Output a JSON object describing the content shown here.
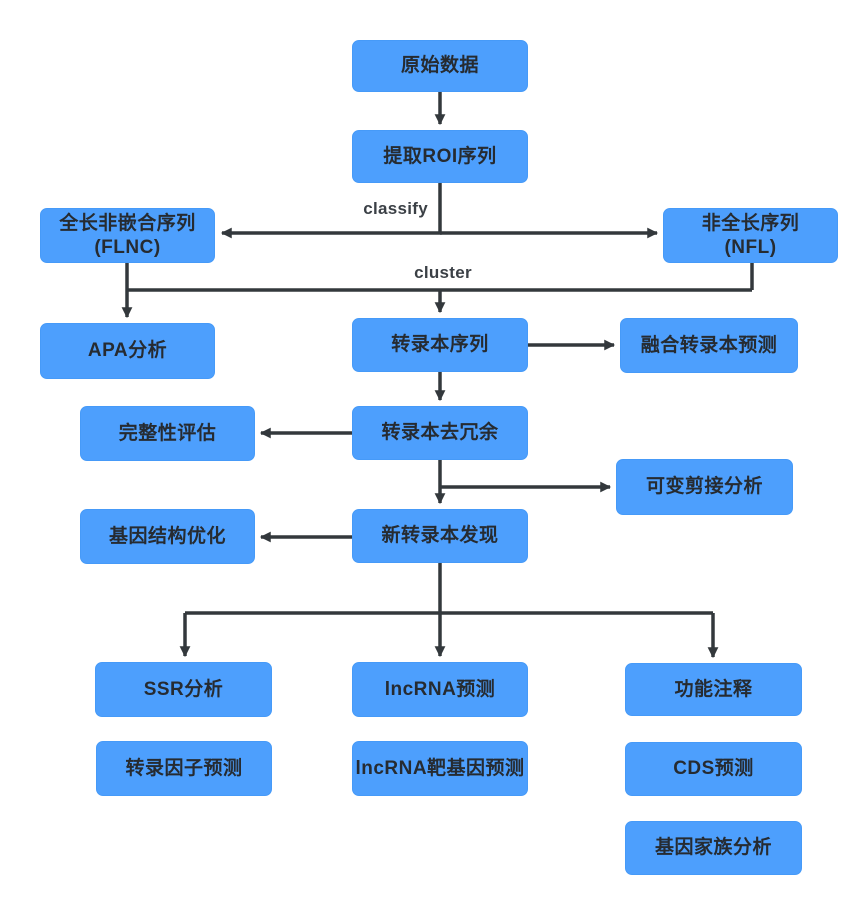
{
  "diagram": {
    "title_hint": "Iso-Seq transcriptome analysis pipeline flowchart",
    "colors": {
      "background": "#ffffff",
      "node_fill": "#4d9ffd",
      "node_border": "#469af8",
      "node_text": "#262b31",
      "arrow": "#33383c",
      "edge_label_text": "#3b4046"
    }
  },
  "nodes": {
    "raw_data": {
      "label": "原始数据"
    },
    "extract_roi": {
      "label": "提取ROI序列"
    },
    "flnc": {
      "label": "全长非嵌合序列",
      "sub": "(FLNC)"
    },
    "nfl": {
      "label": "非全长序列",
      "sub": "(NFL)"
    },
    "apa": {
      "label": "APA分析"
    },
    "transcript_seq": {
      "label": "转录本序列"
    },
    "fusion": {
      "label": "融合转录本预测"
    },
    "integrity": {
      "label": "完整性评估"
    },
    "dedup": {
      "label": "转录本去冗余"
    },
    "alt_splicing": {
      "label": "可变剪接分析"
    },
    "gene_structure": {
      "label": "基因结构优化"
    },
    "novel_transcript": {
      "label": "新转录本发现"
    },
    "ssr": {
      "label": "SSR分析"
    },
    "lncrna": {
      "label": "lncRNA预测"
    },
    "function_annotation": {
      "label": "功能注释"
    },
    "tf": {
      "label": "转录因子预测"
    },
    "lncrna_target": {
      "label": "lncRNA靶基因预测"
    },
    "cds": {
      "label": "CDS预测"
    },
    "gene_family": {
      "label": "基因家族分析"
    }
  },
  "edge_labels": {
    "classify": "classify",
    "cluster": "cluster"
  },
  "edges": [
    {
      "from": "raw_data",
      "to": "extract_roi"
    },
    {
      "from": "extract_roi",
      "to": "flnc",
      "label": "classify"
    },
    {
      "from": "extract_roi",
      "to": "nfl",
      "label": "classify"
    },
    {
      "from": "flnc",
      "to": "transcript_seq",
      "label": "cluster"
    },
    {
      "from": "nfl",
      "to": "transcript_seq",
      "label": "cluster"
    },
    {
      "from": "flnc",
      "to": "apa"
    },
    {
      "from": "transcript_seq",
      "to": "fusion"
    },
    {
      "from": "transcript_seq",
      "to": "dedup"
    },
    {
      "from": "dedup",
      "to": "integrity"
    },
    {
      "from": "dedup",
      "to": "alt_splicing"
    },
    {
      "from": "dedup",
      "to": "novel_transcript"
    },
    {
      "from": "novel_transcript",
      "to": "gene_structure"
    },
    {
      "from": "novel_transcript",
      "to": "ssr"
    },
    {
      "from": "novel_transcript",
      "to": "lncrna"
    },
    {
      "from": "novel_transcript",
      "to": "function_annotation"
    }
  ]
}
